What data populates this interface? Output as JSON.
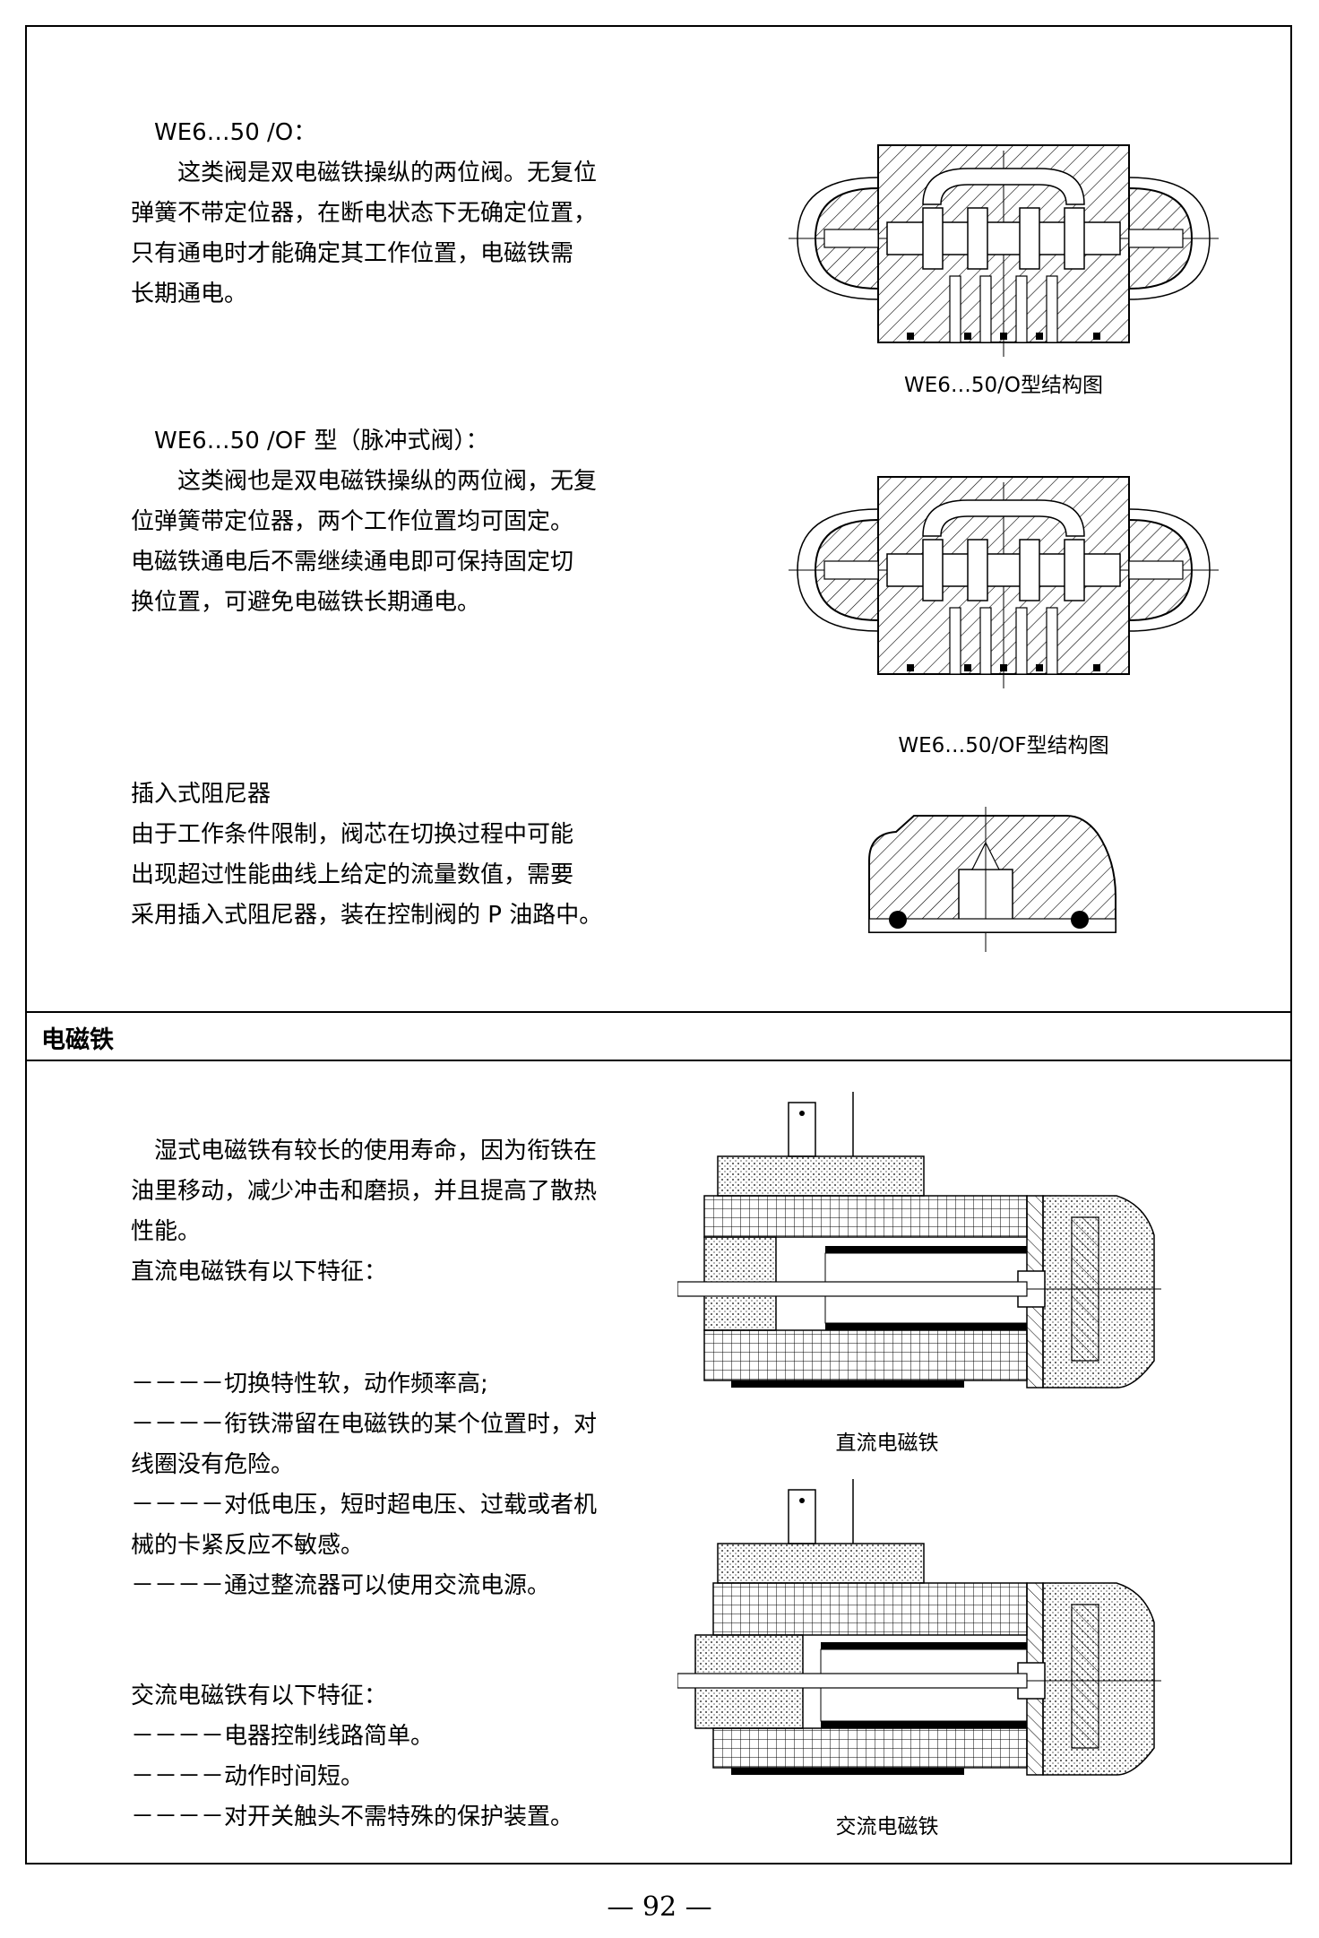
{
  "section1": {
    "p1": {
      "title": "WE6…50 /O：",
      "lines": [
        "这类阀是双电磁铁操纵的两位阀。无复位",
        "弹簧不带定位器，在断电状态下无确定位置，",
        "只有通电时才能确定其工作位置，电磁铁需",
        "长期通电。"
      ]
    },
    "fig1_caption": "WE6…50/O型结构图",
    "p2": {
      "title": "WE6…50 /OF 型（脉冲式阀）：",
      "lines": [
        "这类阀也是双电磁铁操纵的两位阀，无复",
        "位弹簧带定位器，两个工作位置均可固定。",
        "电磁铁通电后不需继续通电即可保持固定切",
        "换位置，可避免电磁铁长期通电。"
      ]
    },
    "fig2_caption": "WE6…50/OF型结构图",
    "p3": {
      "title": "插入式阻尼器",
      "lines": [
        "由于工作条件限制，阀芯在切换过程中可能",
        "出现超过性能曲线上给定的流量数值，需要",
        "采用插入式阻尼器，装在控制阀的 P 油路中。"
      ]
    }
  },
  "section2": {
    "header": "电磁铁",
    "intro_lines": [
      "湿式电磁铁有较长的使用寿命，因为衔铁在",
      "油里移动，减少冲击和磨损，并且提高了散热",
      "性能。",
      "直流电磁铁有以下特征："
    ],
    "dc_features": [
      "－－－－切换特性软，动作频率高;",
      "－－－－衔铁滞留在电磁铁的某个位置时，对",
      "线圈没有危险。",
      "－－－－对低电压，短时超电压、过载或者机",
      "械的卡紧反应不敏感。",
      "－－－－通过整流器可以使用交流电源。"
    ],
    "ac_title": "交流电磁铁有以下特征：",
    "ac_features": [
      "－－－－电器控制线路简单。",
      "－－－－动作时间短。",
      "－－－－对开关触头不需特殊的保护装置。"
    ],
    "dc_caption": "直流电磁铁",
    "ac_caption": "交流电磁铁"
  },
  "page_number": "— 92 —"
}
